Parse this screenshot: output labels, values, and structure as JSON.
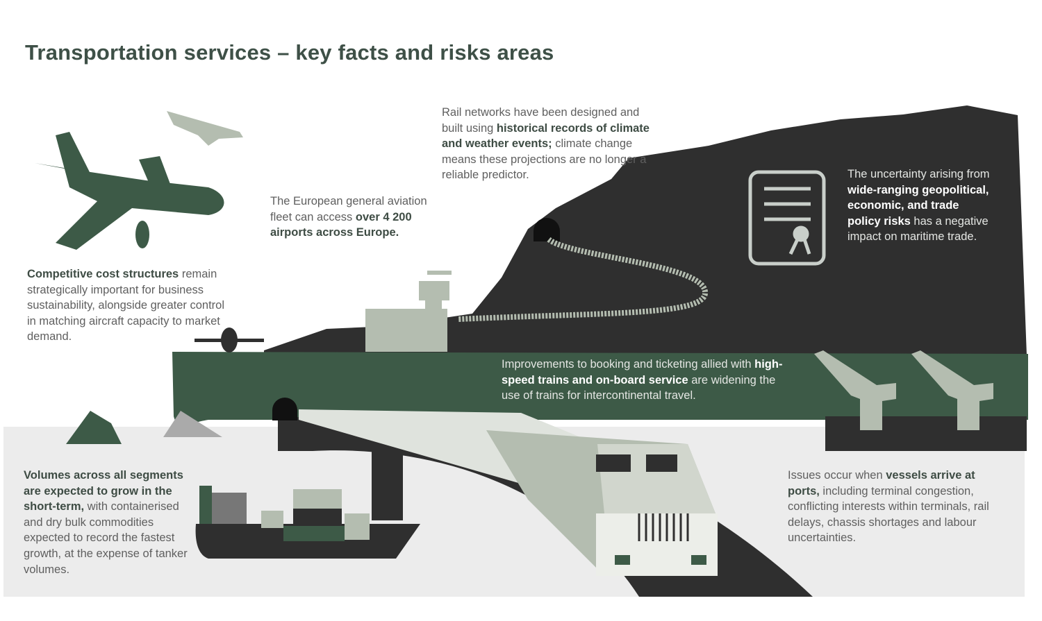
{
  "title": "Transportation services – key facts and risks areas",
  "colors": {
    "dark_green": "#3d5a47",
    "charcoal": "#2f2f2f",
    "sage": "#b4bdb0",
    "light_gray": "#ececec",
    "title": "#3e5047"
  },
  "blocks": {
    "cost": {
      "segments": [
        {
          "text": "Competitive cost structures",
          "bold": true
        },
        {
          "text": " remain strategically important for business sustainability, alongside greater control in matching aircraft capacity to market demand.",
          "bold": false
        }
      ]
    },
    "aviation": {
      "segments": [
        {
          "text": "The European general aviation fleet can access ",
          "bold": false
        },
        {
          "text": "over 4 200 airports across Europe.",
          "bold": true
        }
      ]
    },
    "rail": {
      "segments": [
        {
          "text": "Rail networks have been designed and built using ",
          "bold": false
        },
        {
          "text": "historical records of climate and weather events;",
          "bold": true
        },
        {
          "text": " climate change means these projections are no longer a reliable predictor.",
          "bold": false
        }
      ]
    },
    "uncertainty": {
      "segments": [
        {
          "text": "The uncertainty arising from ",
          "bold": false
        },
        {
          "text": "wide-ranging geopolitical, economic, and trade policy risks",
          "bold": true
        },
        {
          "text": " has a negative impact on maritime trade.",
          "bold": false
        }
      ]
    },
    "booking": {
      "segments": [
        {
          "text": "Improvements to booking and ticketing allied with ",
          "bold": false
        },
        {
          "text": "high-speed trains and on-board service",
          "bold": true
        },
        {
          "text": " are widening the use of trains for intercontinental travel.",
          "bold": false
        }
      ]
    },
    "volumes": {
      "segments": [
        {
          "text": "Volumes across all segments are expected to grow in the short-term,",
          "bold": true
        },
        {
          "text": " with containerised and dry bulk commodities expected to record the fastest growth, at the expense of tanker volumes.",
          "bold": false
        }
      ]
    },
    "ports": {
      "segments": [
        {
          "text": "Issues occur when ",
          "bold": false
        },
        {
          "text": "vessels arrive at ports,",
          "bold": true
        },
        {
          "text": " including terminal congestion, conflicting interests within terminals, rail delays, chassis shortages and labour uncertainties.",
          "bold": false
        }
      ]
    }
  }
}
